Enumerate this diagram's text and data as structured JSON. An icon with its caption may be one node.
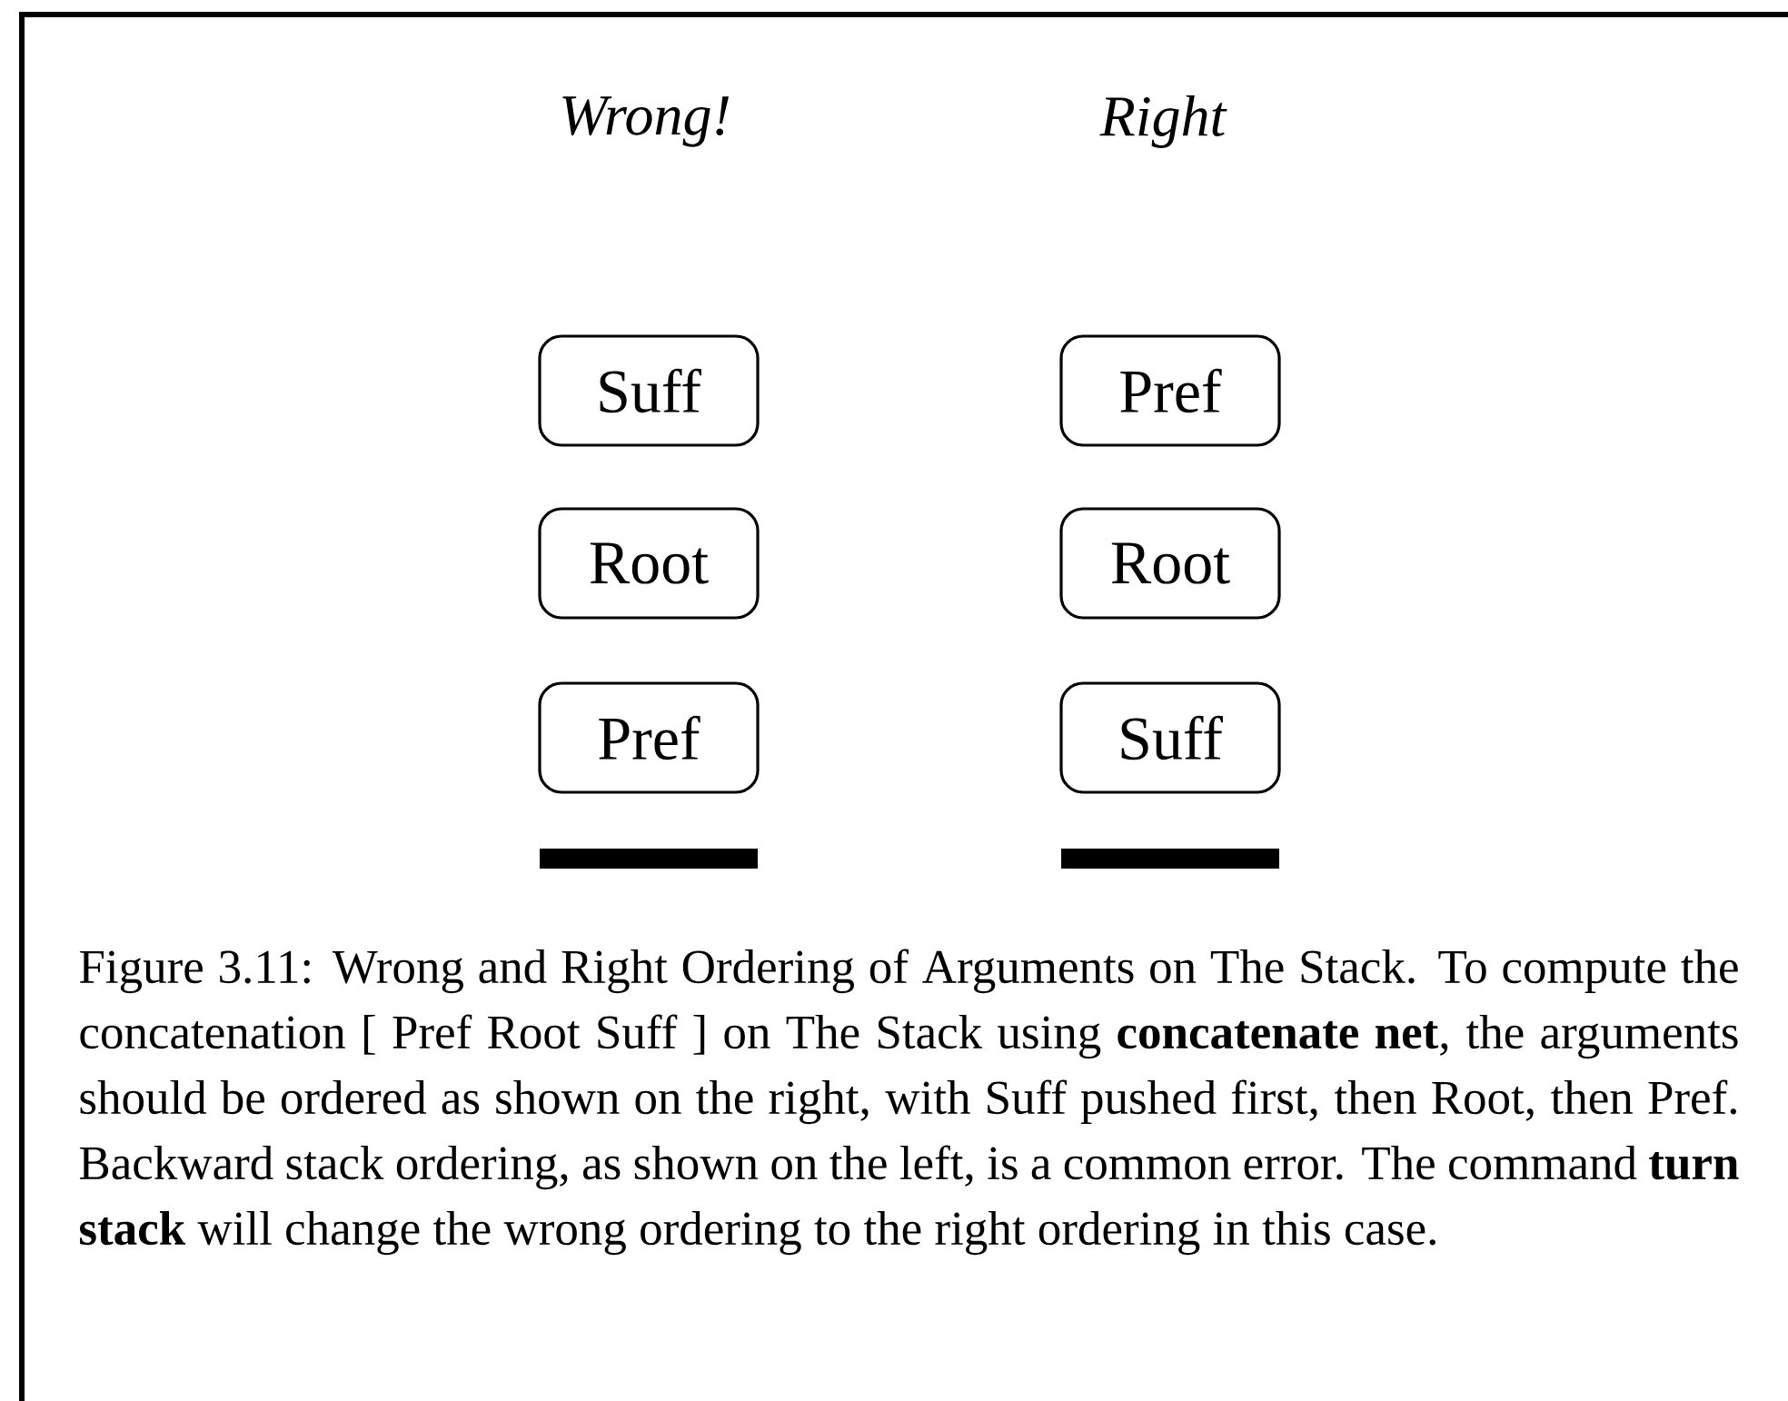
{
  "diagram": {
    "caption": "Figure 3.11: Wrong and Right Ordering of Arguments on The Stack. To compute the concatenation [ Pref Root Suff ] on The Stack using **concatenate net**, the arguments should be ordered as shown on the right, with Suff pushed first, then Root, then Pref. Backward stack ordering, as shown on the left, is a common error. The command **turn stack** will change the wrong ordering to the right ordering in this case.",
    "nodes": [
      {
        "text": [
          "Suff"
        ]
      },
      {
        "text": [
          "Pref"
        ]
      },
      {
        "text": [
          "Root"
        ]
      },
      {
        "text": [
          "Root"
        ]
      },
      {
        "text": [
          "Pref"
        ]
      },
      {
        "text": [
          "Suff"
        ]
      }
    ],
    "labels": [
      "Wrong!",
      "Right"
    ]
  }
}
